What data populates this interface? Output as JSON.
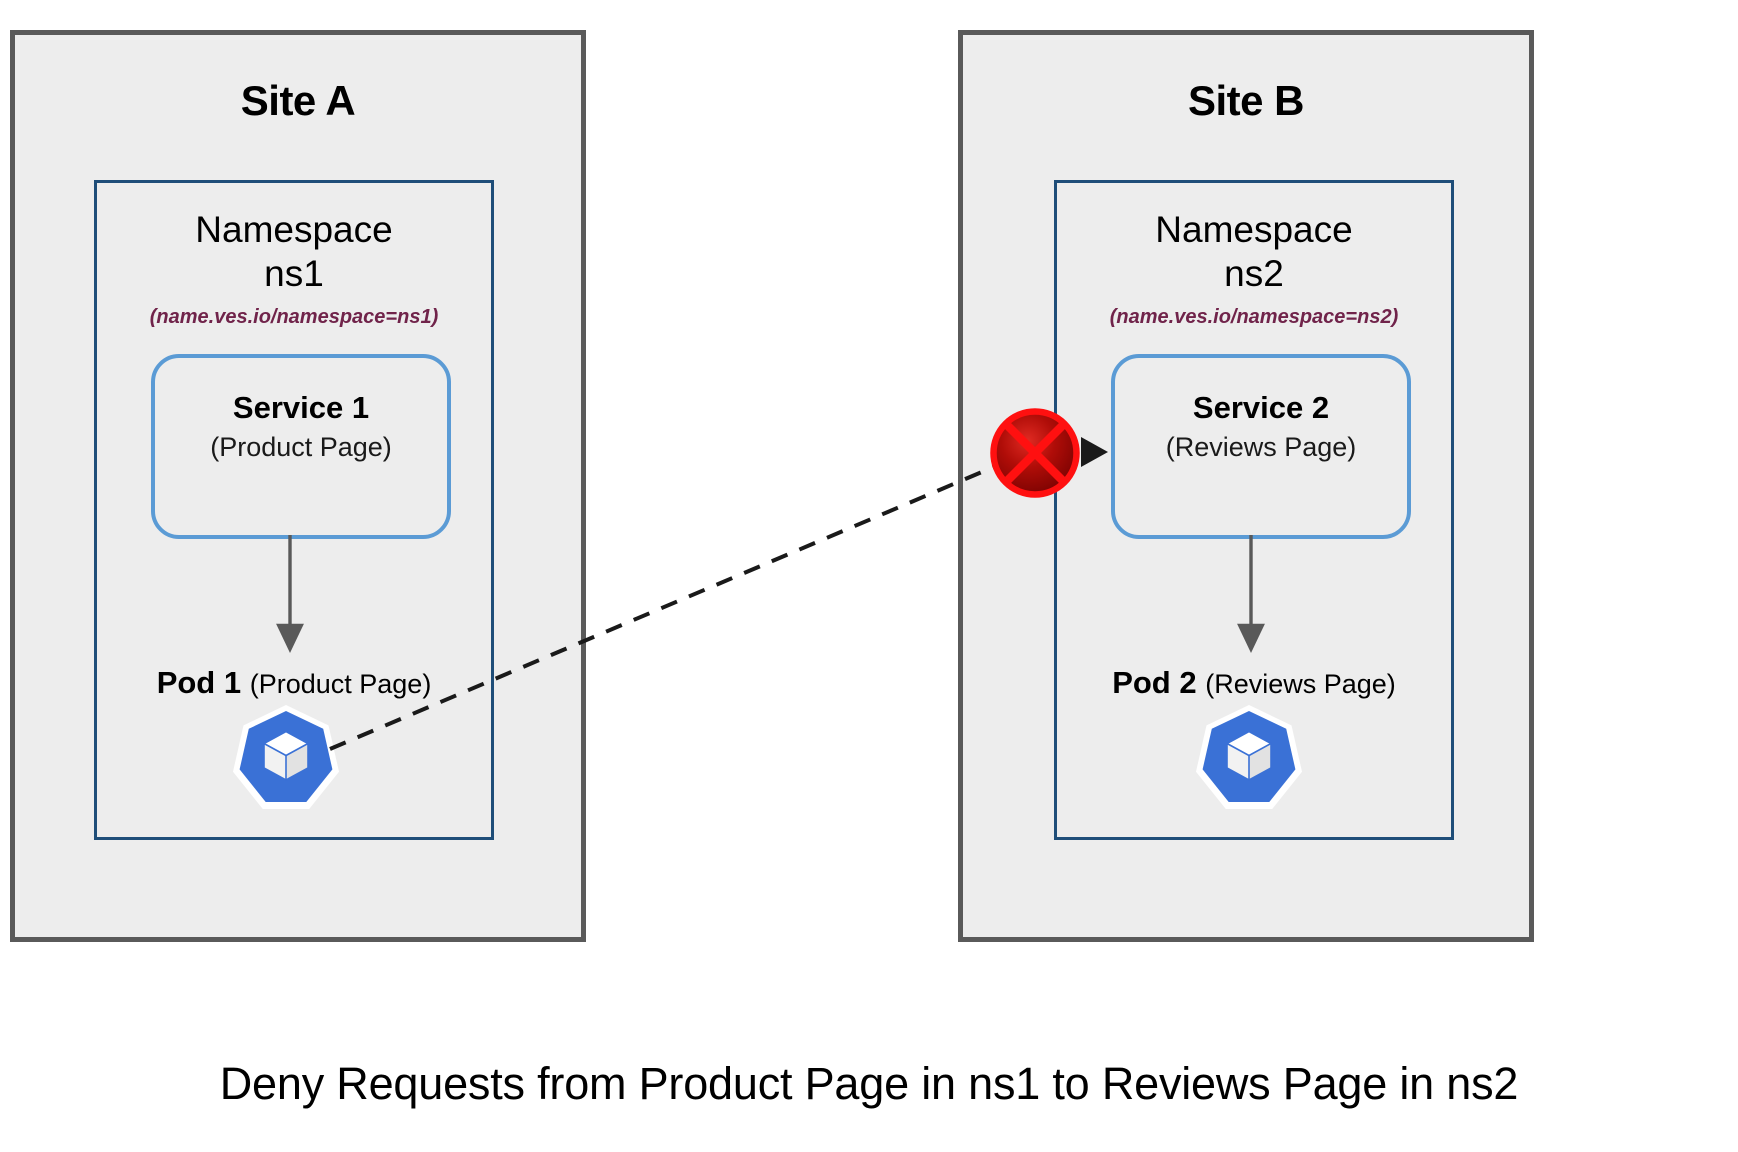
{
  "diagram": {
    "caption": "Deny Requests from Product Page in ns1 to Reviews Page in ns2",
    "colors": {
      "site_fill": "#ededed",
      "site_border": "#5a5a5a",
      "namespace_border": "#1f4e79",
      "service_border": "#5b9bd5",
      "namespace_label": "#70234a",
      "arrow_gray": "#595959",
      "deny_red": "#ff0000",
      "deny_red_dark": "#8b0000",
      "k8s_blue": "#3a71d6"
    },
    "sites": [
      {
        "id": "site-a",
        "title": "Site A",
        "namespace": {
          "title": "Namespace\nns1",
          "label": "(name.ves.io/namespace=ns1)"
        },
        "service": {
          "title": "Service 1",
          "subtitle": "(Product Page)"
        },
        "pod": {
          "name": "Pod 1",
          "subtitle": "(Product Page)",
          "icon": "kubernetes-icon"
        }
      },
      {
        "id": "site-b",
        "title": "Site B",
        "namespace": {
          "title": "Namespace\nns2",
          "label": "(name.ves.io/namespace=ns2)"
        },
        "service": {
          "title": "Service 2",
          "subtitle": "(Reviews Page)"
        },
        "pod": {
          "name": "Pod 2",
          "subtitle": "(Reviews Page)",
          "icon": "kubernetes-icon"
        }
      }
    ],
    "connection": {
      "style": "dashed",
      "from": "site-a.pod.kubernetes-icon",
      "to": "site-b.service",
      "blocked": true,
      "deny_icon": "deny-circle-x-icon",
      "arrowhead": "triangle-right"
    }
  }
}
